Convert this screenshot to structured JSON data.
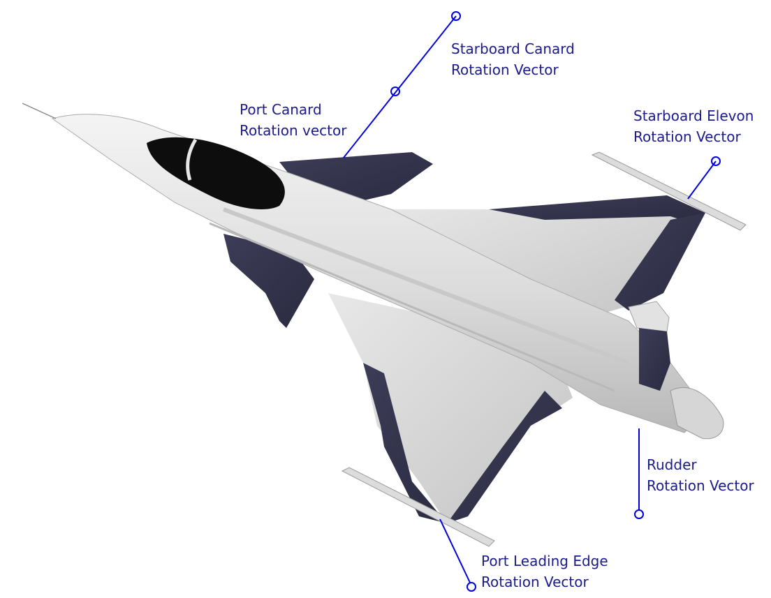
{
  "labels": {
    "starboard_canard": [
      "Starboard Canard",
      "Rotation Vector"
    ],
    "port_canard": [
      "Port Canard",
      "Rotation vector"
    ],
    "starboard_elevon": [
      "Starboard Elevon",
      "Rotation Vector"
    ],
    "rudder": [
      "Rudder",
      "Rotation Vector"
    ],
    "port_leading_edge": [
      "Port Leading Edge",
      "Rotation Vector"
    ]
  },
  "colors": {
    "vector": "#0000dd",
    "label": "#1a1a8c",
    "surface_dark": "#33334d",
    "body_light": "#e4e4e4",
    "canopy": "#0d0d0d"
  }
}
